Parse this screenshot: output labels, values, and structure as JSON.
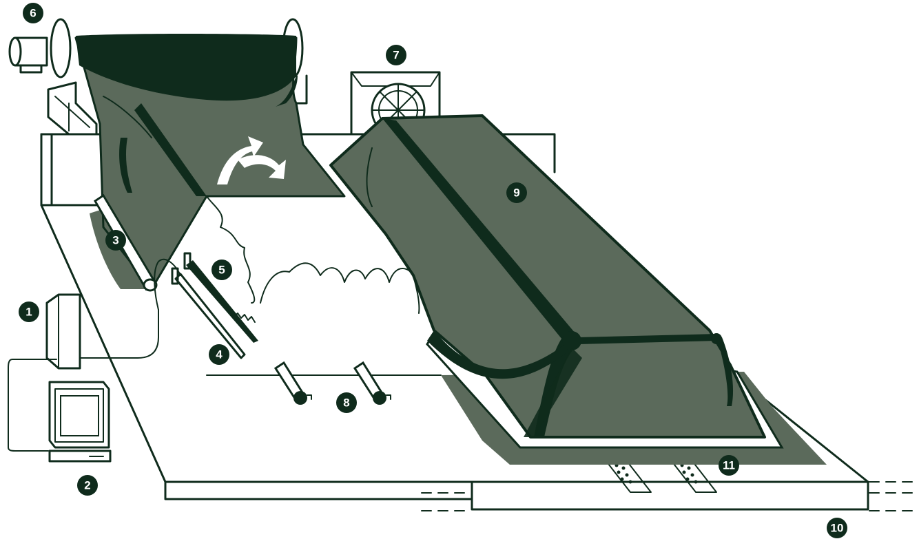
{
  "colors": {
    "ink": "#0f2b1c",
    "fabric": "#5b6a5b",
    "fabric_dark": "#0f2b1c",
    "background": "#ffffff"
  },
  "callouts": [
    {
      "id": "1",
      "label": "1"
    },
    {
      "id": "2",
      "label": "2"
    },
    {
      "id": "3",
      "label": "3"
    },
    {
      "id": "4",
      "label": "4"
    },
    {
      "id": "5",
      "label": "5"
    },
    {
      "id": "6",
      "label": "6"
    },
    {
      "id": "7",
      "label": "7"
    },
    {
      "id": "8",
      "label": "8"
    },
    {
      "id": "9",
      "label": "9"
    },
    {
      "id": "10",
      "label": "10"
    },
    {
      "id": "11",
      "label": "11"
    }
  ],
  "icons": {
    "rotate_arrows": "rotate-arrows-icon",
    "fan": "fan-icon",
    "monitor": "computer-monitor-icon",
    "control_box": "control-box-icon"
  }
}
